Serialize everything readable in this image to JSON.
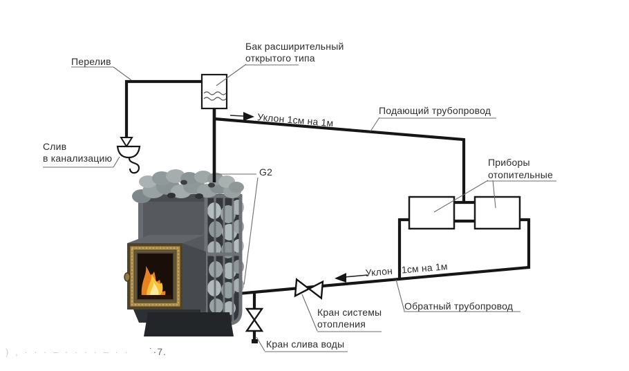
{
  "diagram": {
    "kind": "heating-system-schematic",
    "language": "ru",
    "description": "Open-type gravity heating system connected to a sauna stove with stone cage"
  },
  "labels": {
    "expansion_tank": "Бак расширительный\nоткрытого типа",
    "overflow": "Перелив",
    "drain_to_sewer": "Слив\nв канализацию",
    "supply_slope": "Уклон 1см на 1м",
    "supply_pipeline": "Подающий трубопровод",
    "connection_thread": "G2",
    "heating_devices": "Приборы\nотопительные",
    "return_slope_word": "Уклон",
    "return_slope_value": "1см на 1м",
    "return_pipeline": "Обратный трубопровод",
    "system_valve": "Кран системы\nотопления",
    "drain_valve": "Кран слива воды",
    "watermark_left": ") , ·  · · – · · · · – · ·",
    "watermark_right": "˙·7."
  },
  "colors": {
    "pipe": "#161616",
    "leader_line": "#6b6b6b",
    "label_text": "#2d2d2d",
    "stove_body": "#565a5f",
    "stove_base": "#26292c",
    "stone": "#a5adad",
    "door_bronze": "#a98c4c",
    "flame_orange": "#e8821f",
    "flame_yellow": "#f6c23a",
    "background": "#ffffff"
  }
}
